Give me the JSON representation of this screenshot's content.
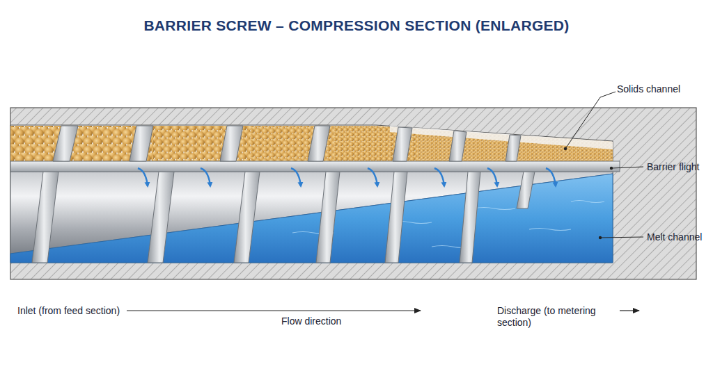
{
  "diagram": {
    "title": "BARRIER SCREW – COMPRESSION SECTION (ENLARGED)",
    "labels": [
      "Solids channel",
      "Barrier flight",
      "Melt channel",
      "Inlet (from feed section)",
      "Flow direction",
      "Discharge (to metering section)"
    ]
  }
}
